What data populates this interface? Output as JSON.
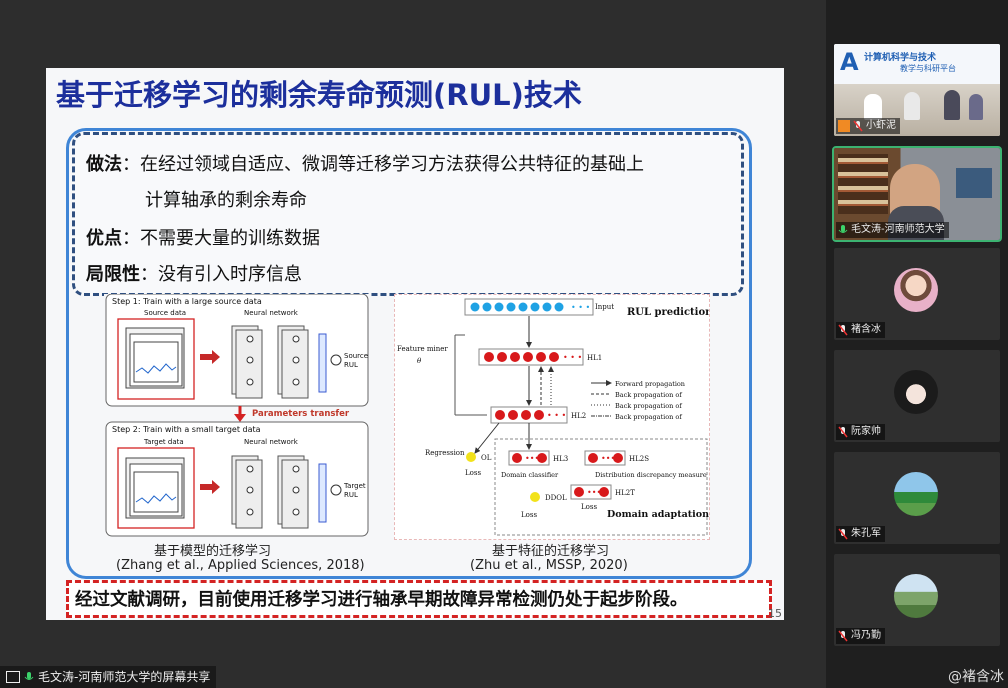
{
  "slide": {
    "title": "基于迁移学习的剩余寿命预测(RUL)技术",
    "points": [
      {
        "label": "做法",
        "sep": "：",
        "text": "在经过领域自适应、微调等迁移学习方法获得公共特征的基础上"
      },
      {
        "label": "",
        "sep": "",
        "text": "计算轴承的剩余寿命"
      },
      {
        "label": "优点",
        "sep": "：",
        "text": "不需要大量的训练数据"
      },
      {
        "label": "局限性",
        "sep": "：",
        "text": "没有引入时序信息"
      }
    ],
    "left_figure": {
      "step1": "Step 1:  Train with a large source data",
      "step2": "Step 2:  Train with a small target data",
      "source_data": "Source data",
      "target_data": "Target data",
      "neural_network": "Neural network",
      "neural_network2": "Neural network",
      "source_rul": "Source\nRUL",
      "target_rul": "Target\nRUL",
      "transfer": "Parameters transfer",
      "caption1": "基于模型的迁移学习",
      "caption2": "(Zhang et al., Applied Sciences, 2018)"
    },
    "right_figure": {
      "input": "Input",
      "rul_prediction": "RUL prediction",
      "feature_miner": "Feature miner",
      "hl1": "HL1",
      "hl2": "HL2",
      "hl3": "HL3",
      "hl2s": "HL2S",
      "hl2t": "HL2T",
      "ol": "OL",
      "ddol": "DDOL",
      "regression": "Regression",
      "domain_classifier": "Domain classifier",
      "distribution": "Distribution discrepancy measure",
      "domain_adaptation": "Domain adaptation",
      "forward": "Forward propagation",
      "back1": "Back propagation of",
      "back2": "Back propagation of",
      "back3": "Back propagation of",
      "loss": "Loss",
      "caption1": "基于特征的迁移学习",
      "caption2": "(Zhu et al., MSSP, 2020)"
    },
    "conclusion": "经过文献调研，目前使用迁移学习进行轴承早期故障异常检测仍处于起步阶段。",
    "page": "15"
  },
  "participants": [
    {
      "name": "小虾泥"
    },
    {
      "name": "毛文涛-河南师范大学"
    },
    {
      "name": "褚含冰"
    },
    {
      "name": "阮家帅"
    },
    {
      "name": "朱孔军"
    },
    {
      "name": "冯乃勤"
    }
  ],
  "tile1_banner": {
    "line1": "计算机科学与技术",
    "line2": "教学与科研平台"
  },
  "share_label": "毛文涛-河南师范大学的屏幕共享",
  "watermark": "@褚含冰",
  "colors": {
    "title": "#1c2f9c",
    "outer_border": "#3f85d6",
    "dash_border": "#2f4f80",
    "conclusion_border": "#d42323",
    "node_red": "#d8191b",
    "node_blue": "#1fa2e4",
    "node_yellow": "#f2e21a"
  }
}
